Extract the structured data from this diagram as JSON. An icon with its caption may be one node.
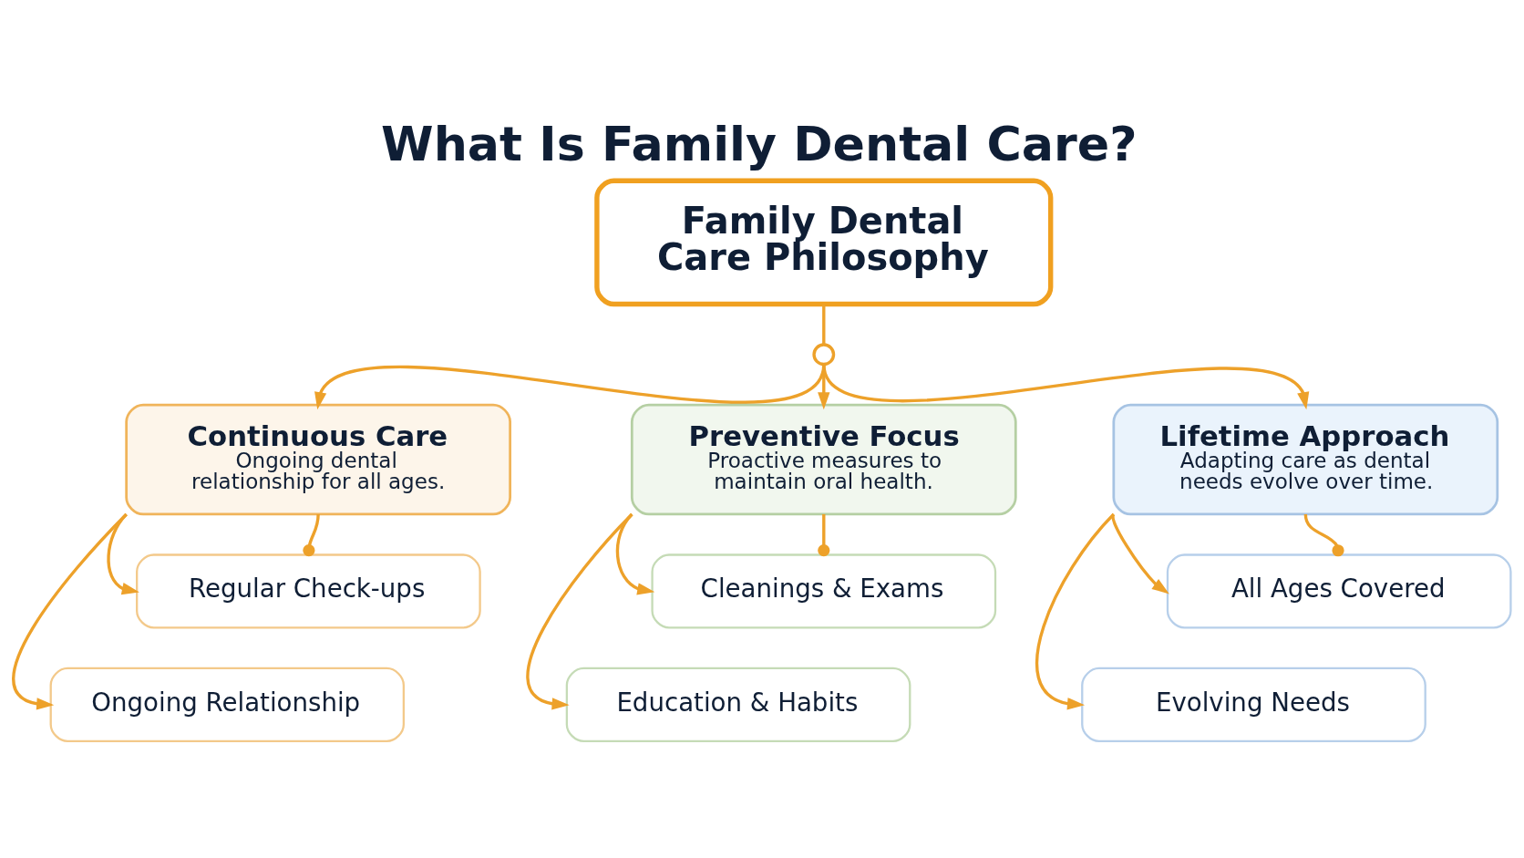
{
  "diagram": {
    "title": "What Is Family Dental Care?",
    "nodes": [
      {
        "text": [
          "Family Dental Care Philosophy"
        ]
      },
      {
        "text": [],
        "shape": "circle"
      },
      {
        "text": [
          "Continuous Care",
          "Ongoing dental relationship for all ages."
        ]
      },
      {
        "text": [
          "Preventive Focus",
          "Proactive measures to maintain oral health."
        ]
      },
      {
        "text": [
          "Lifetime Approach",
          "Adapting care as dental needs evolve over time."
        ]
      },
      {
        "text": [
          "Regular Check-ups"
        ]
      },
      {
        "text": [
          "Cleanings & Exams"
        ]
      },
      {
        "text": [
          "All Ages Covered"
        ]
      },
      {
        "text": [
          "Ongoing Relationship"
        ]
      },
      {
        "text": [
          "Education & Habits"
        ]
      },
      {
        "text": [
          "Evolving Needs"
        ]
      }
    ],
    "edges": [
      {
        "from": 0,
        "to": 1,
        "arrow": "none"
      },
      {
        "from": 1,
        "to": 2,
        "arrow": "to"
      },
      {
        "from": 1,
        "to": 3,
        "arrow": "to"
      },
      {
        "from": 1,
        "to": 4,
        "arrow": "to"
      },
      {
        "from": 2,
        "to": 5,
        "arrow": "other"
      },
      {
        "from": 2,
        "to": 5,
        "arrow": "to"
      },
      {
        "from": 2,
        "to": 8,
        "arrow": "to"
      },
      {
        "from": 3,
        "to": 6,
        "arrow": "other"
      },
      {
        "from": 3,
        "to": 6,
        "arrow": "to"
      },
      {
        "from": 3,
        "to": 9,
        "arrow": "to"
      },
      {
        "from": 4,
        "to": 7,
        "arrow": "other"
      },
      {
        "from": 4,
        "to": 7,
        "arrow": "to"
      },
      {
        "from": 4,
        "to": 10,
        "arrow": "to"
      }
    ]
  }
}
